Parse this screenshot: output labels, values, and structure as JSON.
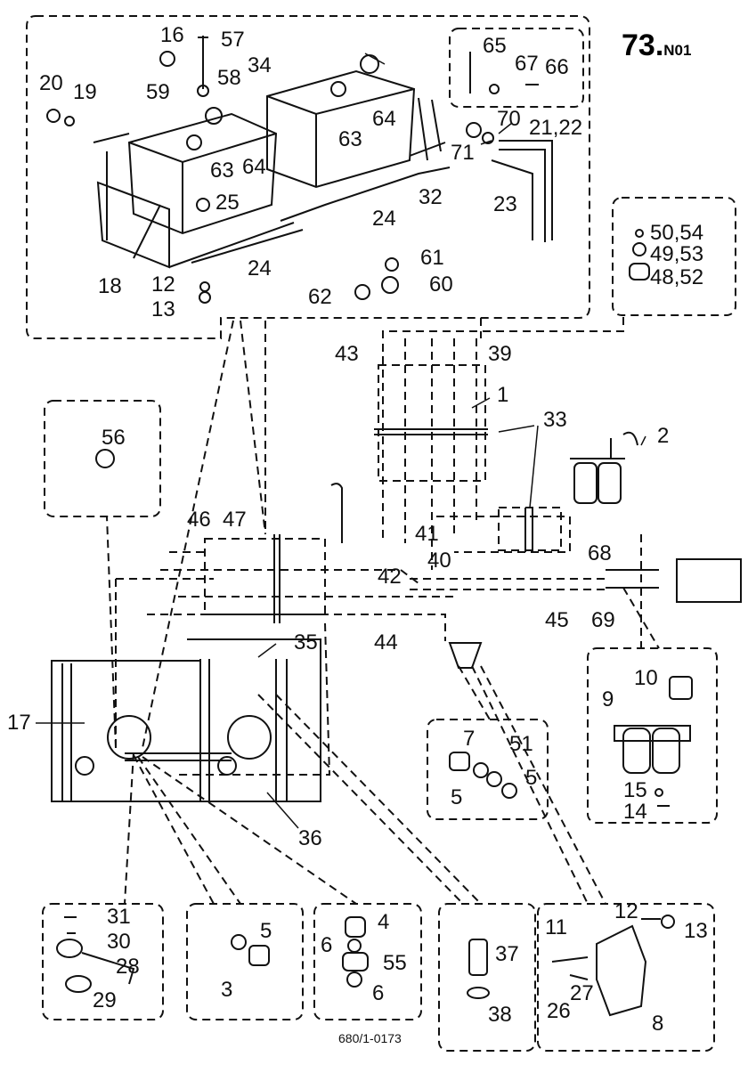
{
  "title": {
    "main": "73.",
    "suffix": "N01"
  },
  "drawing_code": "680/1-0173",
  "labels": {
    "l16": "16",
    "l57": "57",
    "l34": "34",
    "l58": "58",
    "l59": "59",
    "l20": "20",
    "l19": "19",
    "l63a": "63",
    "l64a": "64",
    "l25": "25",
    "l18": "18",
    "l12a": "12",
    "l13a": "13",
    "l24a": "24",
    "l63b": "63",
    "l64b": "64",
    "l32": "32",
    "l24b": "24",
    "l61": "61",
    "l62": "62",
    "l60": "60",
    "l65": "65",
    "l67": "67",
    "l66": "66",
    "l70": "70",
    "l71": "71",
    "l2122": "21,22",
    "l23": "23",
    "l5054": "50,54",
    "l4953": "49,53",
    "l4852": "48,52",
    "l43": "43",
    "l39": "39",
    "l1": "1",
    "l33": "33",
    "l2": "2",
    "l56": "56",
    "l46": "46",
    "l47": "47",
    "l41": "41",
    "l40": "40",
    "l42": "42",
    "l68": "68",
    "l45": "45",
    "l69": "69",
    "l44": "44",
    "l35": "35",
    "l17": "17",
    "l36": "36",
    "l7": "7",
    "l51": "51",
    "l5a": "5",
    "l5b": "5",
    "l10": "10",
    "l9": "9",
    "l15": "15",
    "l14": "14",
    "l31": "31",
    "l30": "30",
    "l28": "28",
    "l29": "29",
    "l5c": "5",
    "l3": "3",
    "l4": "4",
    "l6a": "6",
    "l55": "55",
    "l6b": "6",
    "l37": "37",
    "l38": "38",
    "l11": "11",
    "l12b": "12",
    "l13b": "13",
    "l27": "27",
    "l26": "26",
    "l8": "8"
  }
}
